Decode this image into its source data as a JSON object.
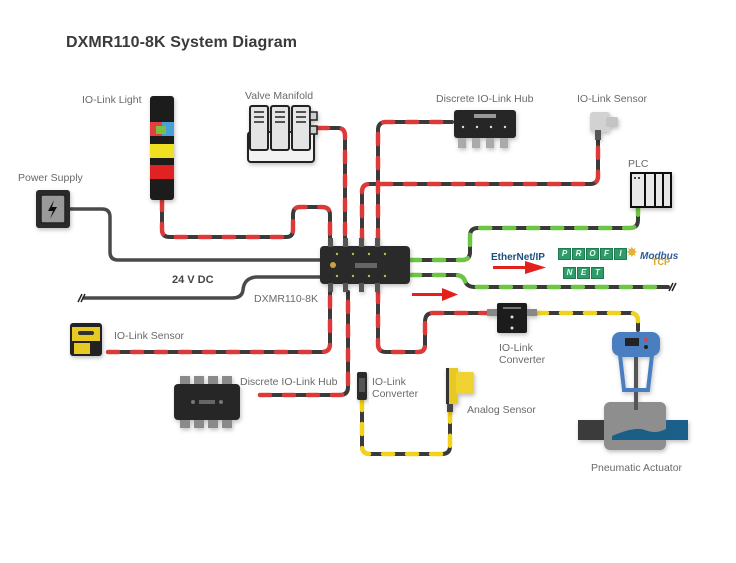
{
  "title": "DXMR110-8K System Diagram",
  "labels": {
    "io_link_light": "IO-Link Light",
    "valve_manifold": "Valve Manifold",
    "discrete_hub_top": "Discrete IO-Link Hub",
    "io_link_sensor_top": "IO-Link Sensor",
    "plc": "PLC",
    "power_supply": "Power Supply",
    "voltage": "24 V DC",
    "controller": "DXMR110-8K",
    "io_link_sensor_left": "IO-Link Sensor",
    "discrete_hub_bottom": "Discrete IO-Link Hub",
    "io_link_converter_bottom_line1": "IO-Link",
    "io_link_converter_bottom_line2": "Converter",
    "analog_sensor": "Analog Sensor",
    "io_link_converter_right_line1": "IO-Link",
    "io_link_converter_right_line2": "Converter",
    "pneumatic_actuator": "Pneumatic Actuator"
  },
  "protocols": {
    "ethernet_ip": "EtherNet/IP",
    "profinet_top": [
      "P",
      "R",
      "O",
      "F",
      "I"
    ],
    "profinet_bottom": [
      "N",
      "E",
      "T"
    ],
    "modbus": "Modbus",
    "modbus_sub": "TCP"
  },
  "cable_colors": {
    "io_link": "#ee3a3a",
    "ethernet": "#6cc644",
    "analog": "#f2d21b",
    "power": "#4a4a4a",
    "arrow": "#e3201b"
  }
}
